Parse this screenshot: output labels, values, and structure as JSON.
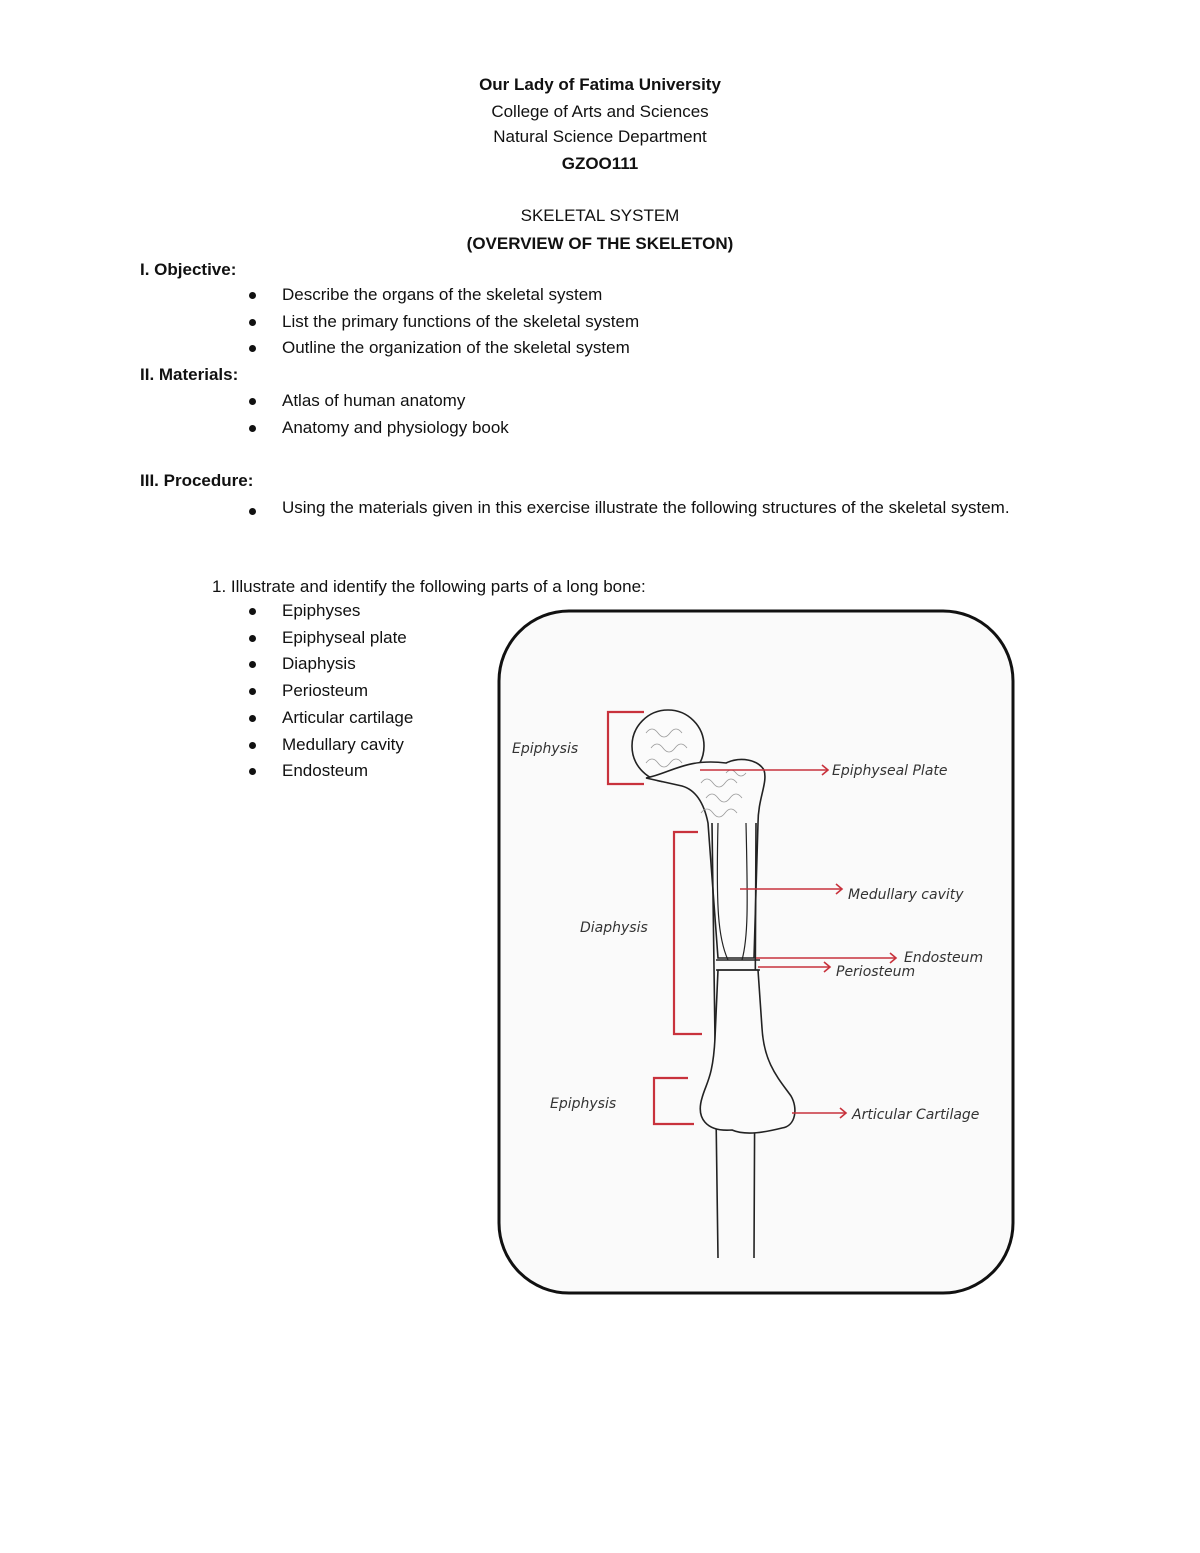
{
  "header": {
    "university": "Our Lady of Fatima University",
    "college": "College of Arts and Sciences",
    "department": "Natural Science Department",
    "course_code": "GZOO111",
    "title": "SKELETAL SYSTEM",
    "subtitle": "(OVERVIEW OF THE SKELETON)"
  },
  "objective": {
    "heading": "I. Objective:",
    "items": [
      "Describe the organs of the skeletal system",
      "List the primary functions of the skeletal system",
      "Outline the organization of the skeletal system"
    ]
  },
  "materials": {
    "heading": "II. Materials:",
    "items": [
      "Atlas of human anatomy",
      "Anatomy and physiology book"
    ]
  },
  "procedure": {
    "heading": "III. Procedure:",
    "instruction": "Using the materials given in this exercise illustrate the following structures of the skeletal system.",
    "step1": "1. Illustrate and identify the following parts of a long bone:",
    "parts": [
      "Epiphyses",
      "Epiphyseal plate",
      "Diaphysis",
      "Periosteum",
      "Articular cartilage",
      "Medullary cavity",
      "Endosteum"
    ]
  },
  "drawing": {
    "labels": {
      "epiphysis_top": "Epiphysis",
      "diaphysis": "Diaphysis",
      "epiphysis_bottom": "Epiphysis",
      "epiphyseal_plate": "Epiphyseal Plate",
      "medullary_cavity": "Medullary cavity",
      "endosteum": "Endosteum",
      "periosteum": "Periosteum",
      "articular_cartilage": "Articular Cartilage"
    },
    "colors": {
      "bracket": "#c8323c",
      "arrow": "#c8323c",
      "outline": "#222222"
    }
  }
}
